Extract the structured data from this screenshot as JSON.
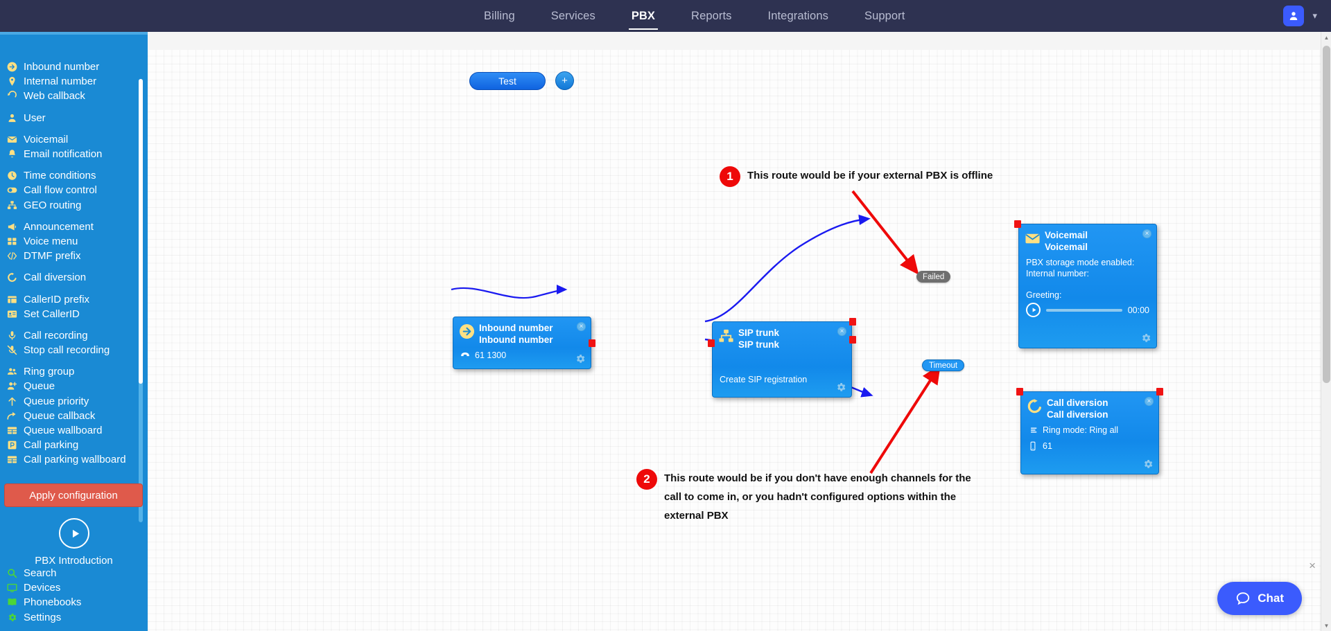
{
  "topnav": {
    "items": [
      {
        "label": "Billing",
        "active": false
      },
      {
        "label": "Services",
        "active": false
      },
      {
        "label": "PBX",
        "active": true
      },
      {
        "label": "Reports",
        "active": false
      },
      {
        "label": "Integrations",
        "active": false
      },
      {
        "label": "Support",
        "active": false
      }
    ],
    "avatar_icon": "user-icon",
    "chevron": "▾"
  },
  "sidebar": {
    "groups": [
      {
        "items": [
          {
            "label": "Inbound number",
            "icon": "arrow-right-circle-icon"
          },
          {
            "label": "Internal number",
            "icon": "map-pin-icon"
          },
          {
            "label": "Web callback",
            "icon": "callback-arrow-icon"
          }
        ]
      },
      {
        "items": [
          {
            "label": "User",
            "icon": "user-icon"
          }
        ]
      },
      {
        "items": [
          {
            "label": "Voicemail",
            "icon": "envelope-icon"
          },
          {
            "label": "Email notification",
            "icon": "bell-icon"
          }
        ]
      },
      {
        "items": [
          {
            "label": "Time conditions",
            "icon": "clock-icon"
          },
          {
            "label": "Call flow control",
            "icon": "toggle-icon"
          },
          {
            "label": "GEO routing",
            "icon": "sitemap-icon"
          }
        ]
      },
      {
        "items": [
          {
            "label": "Announcement",
            "icon": "megaphone-icon"
          },
          {
            "label": "Voice menu",
            "icon": "grid-icon"
          },
          {
            "label": "DTMF prefix",
            "icon": "code-icon"
          }
        ]
      },
      {
        "items": [
          {
            "label": "Call diversion",
            "icon": "refresh-icon"
          }
        ]
      },
      {
        "items": [
          {
            "label": "CallerID prefix",
            "icon": "list-icon"
          },
          {
            "label": "Set CallerID",
            "icon": "id-card-icon"
          }
        ]
      },
      {
        "items": [
          {
            "label": "Call recording",
            "icon": "microphone-icon"
          },
          {
            "label": "Stop call recording",
            "icon": "microphone-slash-icon"
          }
        ]
      },
      {
        "items": [
          {
            "label": "Ring group",
            "icon": "users-icon"
          },
          {
            "label": "Queue",
            "icon": "user-plus-icon"
          },
          {
            "label": "Queue priority",
            "icon": "arrow-up-icon"
          },
          {
            "label": "Queue callback",
            "icon": "arrow-curve-icon"
          },
          {
            "label": "Queue wallboard",
            "icon": "table-icon"
          },
          {
            "label": "Call parking",
            "icon": "parking-icon"
          },
          {
            "label": "Call parking wallboard",
            "icon": "table-icon"
          }
        ]
      }
    ],
    "apply_button": "Apply configuration",
    "pbx_intro": {
      "label": "PBX Introduction",
      "icon": "play-circle-icon"
    },
    "bottom_items": [
      {
        "label": "Search",
        "icon": "search-icon"
      },
      {
        "label": "Devices",
        "icon": "monitor-icon"
      },
      {
        "label": "Phonebooks",
        "icon": "book-icon"
      },
      {
        "label": "Settings",
        "icon": "gear-icon"
      }
    ]
  },
  "toolbar": {
    "test_button": "Test",
    "add_button": "+"
  },
  "nodes": {
    "inbound": {
      "title": "Inbound number",
      "subtitle": "Inbound number",
      "icon": "arrow-right-circle-icon",
      "detail_icon": "phone-icon",
      "detail": "61 1300",
      "close": "×",
      "gear": "gear-icon"
    },
    "sip_trunk": {
      "title": "SIP trunk",
      "subtitle": "SIP trunk",
      "icon": "sitemap-icon",
      "detail": "Create SIP registration",
      "close": "×",
      "gear": "gear-icon"
    },
    "voicemail": {
      "title": "Voicemail",
      "subtitle": "Voicemail",
      "icon": "envelope-icon",
      "line1": "PBX storage mode enabled:",
      "line2": "Internal number:",
      "greeting_label": "Greeting:",
      "time": "00:00",
      "close": "×",
      "gear": "gear-icon"
    },
    "call_diversion": {
      "title": "Call diversion",
      "subtitle": "Call diversion",
      "icon": "refresh-icon",
      "ring_mode": "Ring mode: Ring all",
      "ring_mode_icon": "ring-mode-icon",
      "number": "61",
      "number_icon": "mobile-icon",
      "close": "×",
      "gear": "gear-icon"
    }
  },
  "edge_labels": {
    "failed": "Failed",
    "timeout": "Timeout"
  },
  "annotations": [
    {
      "badge": "1",
      "text": "This route would be if your external PBX is offline"
    },
    {
      "badge": "2",
      "text": "This route would be if you don't have enough channels for the call to come in, or you hadn't configured options within the external PBX"
    }
  ],
  "chat": {
    "label": "Chat",
    "icon": "chat-bubble-icon",
    "close": "×"
  },
  "colors": {
    "nav_bg": "#2e3251",
    "sidebar_bg": "#1a8ad4",
    "node_blue": "#2196f3",
    "accent_yellow": "#ffe083",
    "apply_red": "#df5a4b",
    "annotation_red": "#ee0909",
    "wire_blue": "#1a1af0",
    "port_red": "#f01313",
    "chat_blue": "#3b5bfd",
    "green_icon": "#4cd637"
  }
}
